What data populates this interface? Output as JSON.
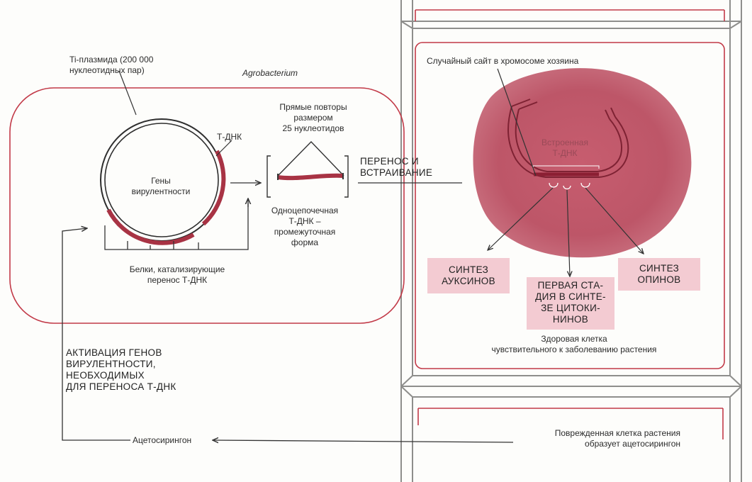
{
  "colors": {
    "outline_red": "#c23a48",
    "dna_red": "#a83344",
    "nucleus": "#bf5a6c",
    "label_bg": "#f3cbd2",
    "wall_gray": "#9c9c9a",
    "ink": "#2b2b2b"
  },
  "labels": {
    "ti_plasmid": "Ti-плазмида (200 000\nнуклеотидных пар)",
    "agrobacterium": "Agrobacterium",
    "tdna": "Т-ДНК",
    "virulence_genes": "Гены\nвирулентности",
    "direct_repeats": "Прямые повторы\nразмером\n25 нуклеотидов",
    "single_strand": "Одноцепочечная\nТ-ДНК –\nпромежуточная\nформа",
    "proteins": "Белки, катализирующие\nперенос Т-ДНК",
    "transfer": "ПЕРЕНОС И\nВСТРАИВАНИЕ",
    "random_site": "Случайный сайт в хромосоме хозяина",
    "integrated": "Встроенная\nТ-ДНК",
    "auxin": "СИНТЕЗ\nАУКСИНОВ",
    "cytokinin": "ПЕРВАЯ СТА-\nДИЯ В СИНТЕ-\nЗЕ ЦИТОКИ-\nНИНОВ",
    "opine": "СИНТЕЗ\nОПИНОВ",
    "healthy_cell": "Здоровая клетка\nчувствительного к заболеванию растения",
    "activation": "АКТИВАЦИЯ ГЕНОВ\nВИРУЛЕНТНОСТИ,\nНЕОБХОДИМЫХ\nДЛЯ ПЕРЕНОСА Т-ДНК",
    "acetosyringone": "Ацетосирингон",
    "damaged_cell": "Поврежденная клетка растения\nобразует ацетосирингон"
  }
}
